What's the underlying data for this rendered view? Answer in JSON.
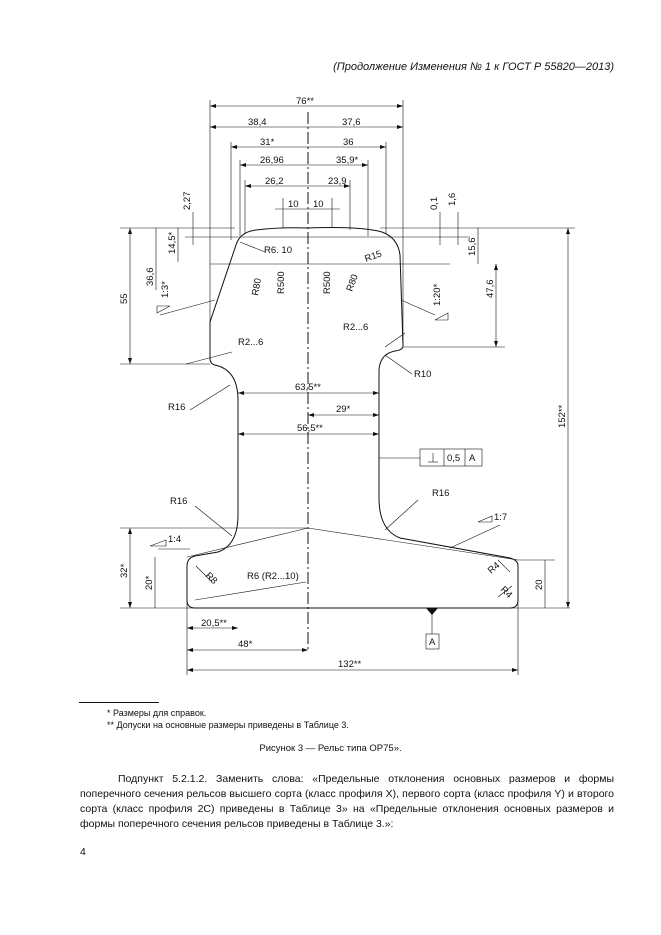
{
  "header": "(Продолжение Изменения № 1 к ГОСТ Р 55820—2013)",
  "figure": {
    "dims": {
      "overall_top": "76**",
      "left_half": "38,4",
      "right_half": "37,6",
      "d31": "31*",
      "d36": "36",
      "d2696": "26,96",
      "d359": "35,9*",
      "d262": "26,2",
      "d239": "23,9",
      "d10a": "10",
      "d10b": "10",
      "d227": "2,27",
      "d01": "0,1",
      "d16": "1,6",
      "d145": "14,5*",
      "d366": "36,6",
      "d55": "55",
      "d156": "15,6",
      "d476": "47,6",
      "d152": "152**",
      "d32": "32*",
      "d20l": "20*",
      "d20r": "20",
      "d635": "63,5**",
      "d29": "29*",
      "d565": "56,5**",
      "d205": "20,5**",
      "d48": "48*",
      "d132": "132**"
    },
    "labels": {
      "r6_10": "R6. 10",
      "r80_left": "R80",
      "r500_left": "R500",
      "r500_right": "R500",
      "r80_right": "R80",
      "r15": "R15",
      "r2_6_left": "R2...6",
      "r2_6_right": "R2...6",
      "r10": "R10",
      "r16_left_top": "R16",
      "r16_left_bottom": "R16",
      "r16_right": "R16",
      "r8": "R8",
      "r6_range": "R6 (R2...10)",
      "r4_top": "R4",
      "r4_bottom": "R4",
      "slope_1_3": "1:3*",
      "slope_1_20": "1:20*",
      "slope_1_4": "1:4",
      "slope_1_7": "1:7",
      "tol_value": "0,5",
      "tol_datum": "A",
      "datum_label": "A"
    }
  },
  "footnotes": {
    "note1": "* Размеры для справок.",
    "note2": "** Допуски на основные размеры приведены в Таблице 3."
  },
  "caption": "Рисунок 3 — Рельс типа ОР75».",
  "paragraph": "Подпункт 5.2.1.2. Заменить слова: «Предельные отклонения основных размеров и формы поперечного сечения рельсов высшего сорта (класс профиля X), первого сорта (класс профиля Y) и второго сорта (класс профиля 2С) приведены в Таблице 3» на «Предельные отклонения основных размеров и формы поперечного сечения рельсов приведены в Таблице 3.»:",
  "page_number": "4"
}
